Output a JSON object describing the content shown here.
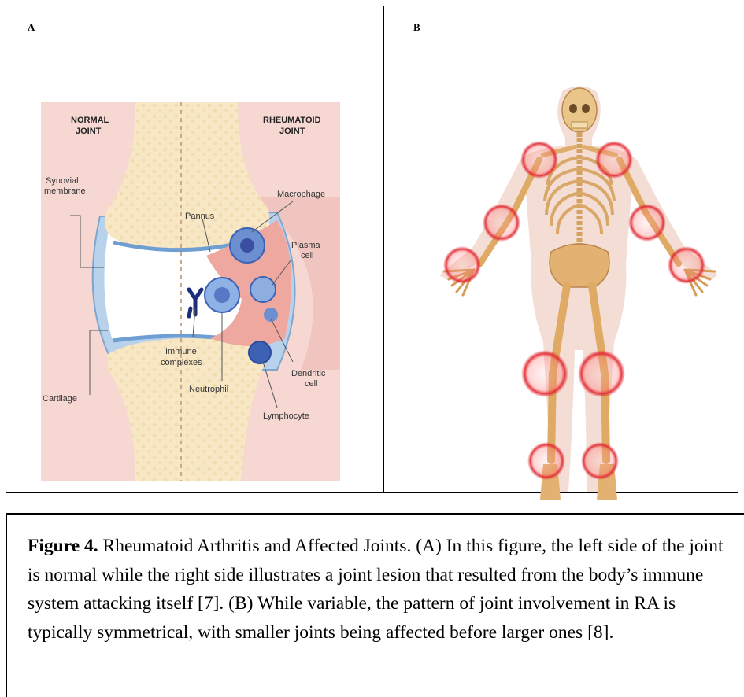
{
  "panels": {
    "a_label": "A",
    "b_label": "B"
  },
  "diagram_a": {
    "normal_joint_line1": "NORMAL",
    "normal_joint_line2": "JOINT",
    "rheumatoid_joint_line1": "RHEUMATOID",
    "rheumatoid_joint_line2": "JOINT",
    "synovial_line1": "Synovial",
    "synovial_line2": "membrane",
    "pannus": "Pannus",
    "macrophage": "Macrophage",
    "plasma_line1": "Plasma",
    "plasma_line2": "cell",
    "immune_line1": "Immune",
    "immune_line2": "complexes",
    "neutrophil": "Neutrophil",
    "dendritic_line1": "Dendritic",
    "dendritic_line2": "cell",
    "cartilage": "Cartilage",
    "lymphocyte": "Lymphocyte"
  },
  "caption": {
    "label": "Figure 4.",
    "text": "  Rheumatoid Arthritis and Affected Joints.  (A) In this figure, the left side of the joint is normal while the right side illustrates a joint lesion that resulted from the body’s immune system attacking itself [7].  (B) While variable, the pattern of joint involvement in RA is typically symmetrical, with smaller joints being affected before larger ones [8]."
  },
  "colors": {
    "background_pink": "#f6d7d2",
    "bone": "#f8e7c4",
    "highlight_red": "#e0242e"
  }
}
